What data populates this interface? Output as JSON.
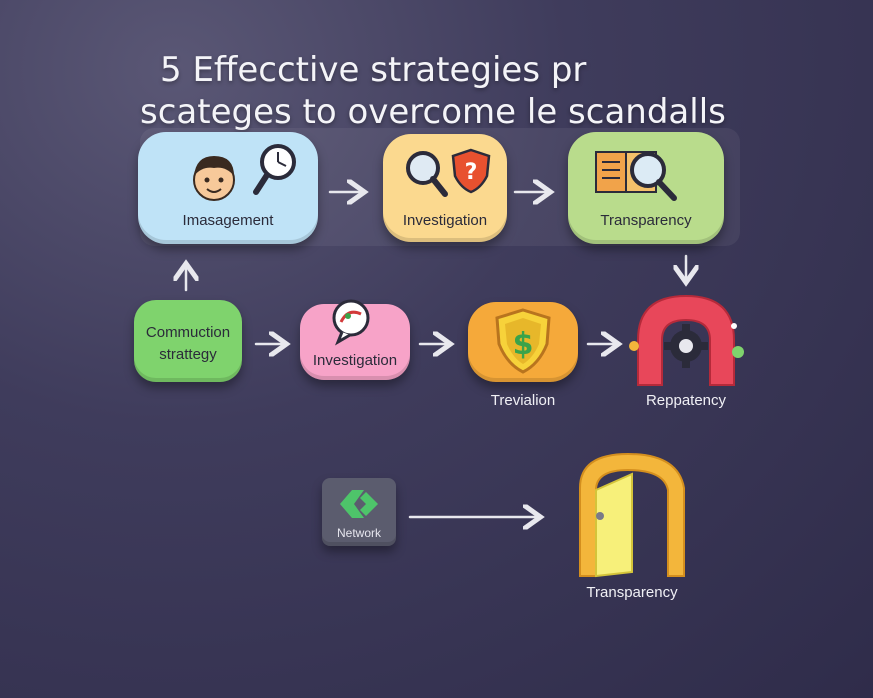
{
  "title": {
    "line1": "5 Effecctive strategies pr",
    "line2": "scateges to overcome le scandalls"
  },
  "nodes": {
    "n1": {
      "label": "Imasagement",
      "color": "#bfe3f7"
    },
    "n2": {
      "label": "Investigation",
      "color": "#fbd98f"
    },
    "n3": {
      "label": "Transparency",
      "color": "#b9dc8c"
    },
    "n4": {
      "label_line1": "Commuction",
      "label_line2": "strattegy",
      "color": "#7fd36d"
    },
    "n5": {
      "label": "Investigation",
      "color": "#f7a3c8"
    },
    "n6": {
      "label": "Trevialion",
      "color": "#f5a93a"
    },
    "n7": {
      "label": "Reppatency",
      "color": "#e8475a"
    },
    "n8": {
      "label": "Network",
      "color": "#5b5c6e"
    },
    "n9": {
      "label": "Transparency",
      "color": "#f3b63b"
    }
  },
  "icons": {
    "n1": [
      "person-icon",
      "magnifier-clock-icon"
    ],
    "n2": [
      "magnifier-icon",
      "question-shield-icon"
    ],
    "n3": [
      "book-magnifier-icon"
    ],
    "n5": [
      "chat-bubble-icon"
    ],
    "n6": [
      "dollar-shield-icon"
    ],
    "n7": [
      "magnet-gear-icon"
    ],
    "n8": [
      "recycle-arrows-icon"
    ],
    "n9": [
      "door-icon"
    ]
  }
}
